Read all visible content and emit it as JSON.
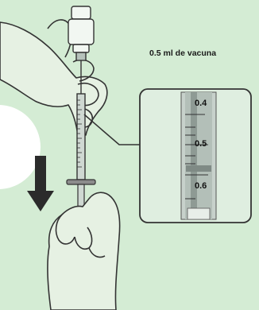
{
  "caption": "0.5 ml de vacuna",
  "scale_labels": [
    "0.4",
    "0.5",
    "0.6"
  ],
  "selected_dose": "0.5",
  "colors": {
    "background": "#d4ecd4",
    "line": "#333333",
    "skin": "#e6f1e3",
    "syringe": "#cfd8d2",
    "plunger": "#8c8c8c",
    "arrow": "#2b2b2b"
  },
  "icons": [
    "hand-holding-vial-icon",
    "hand-holding-plunger-icon",
    "down-arrow-icon",
    "syringe-icon",
    "vial-icon"
  ]
}
